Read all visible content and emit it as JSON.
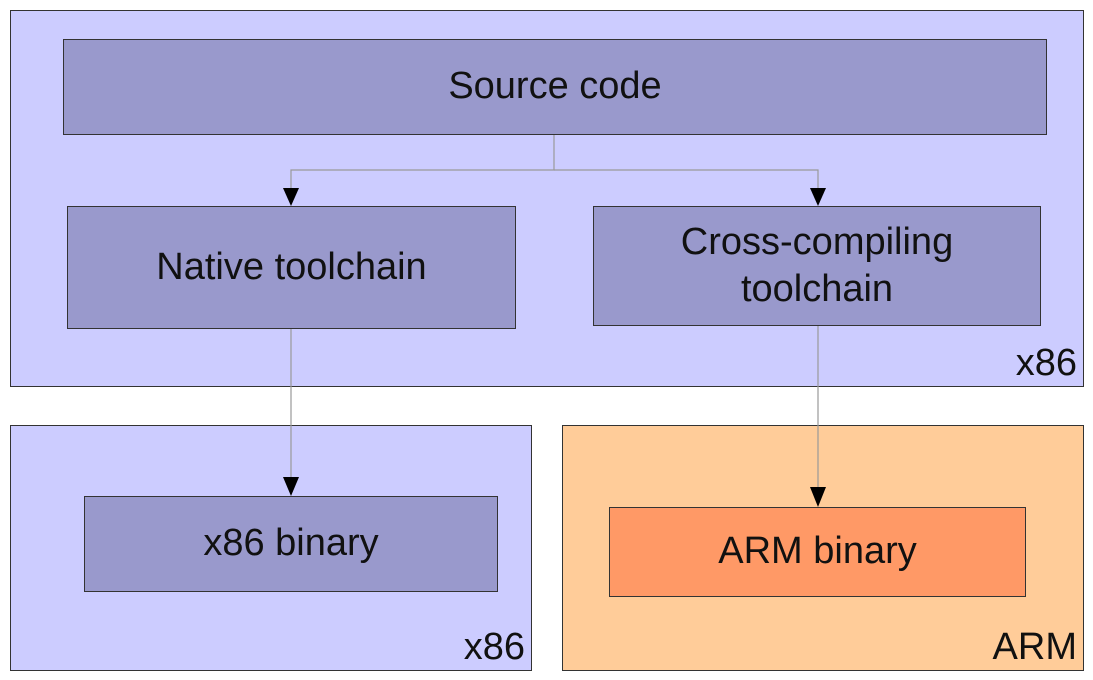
{
  "regions": {
    "host_label": "x86",
    "native_target_label": "x86",
    "arm_target_label": "ARM"
  },
  "boxes": {
    "source_code": "Source code",
    "native_toolchain": "Native toolchain",
    "cross_toolchain": "Cross-compiling\ntoolchain",
    "x86_binary": "x86 binary",
    "arm_binary": "ARM binary"
  },
  "colors": {
    "x86_region": "#ccccff",
    "arm_region": "#ffcc99",
    "process_box": "#9999cc",
    "arm_binary_box": "#ff9966"
  }
}
